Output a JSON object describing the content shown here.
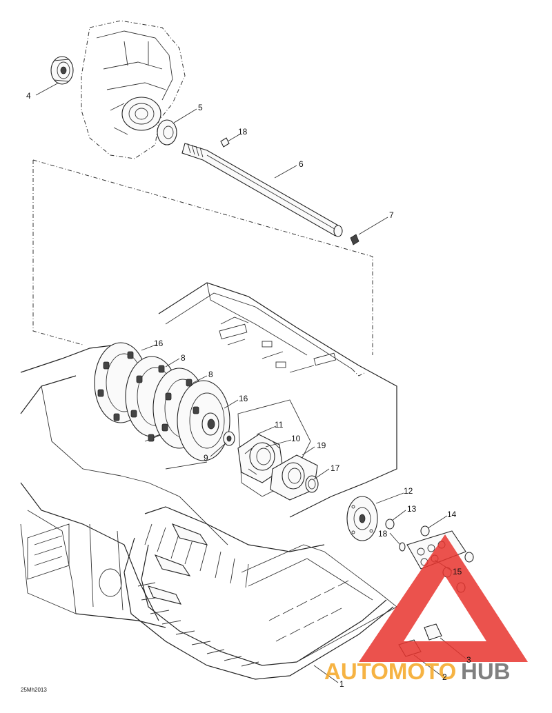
{
  "diagram_code": "25Mh2013",
  "callouts": [
    {
      "id": "c1",
      "label": "1"
    },
    {
      "id": "c2",
      "label": "2"
    },
    {
      "id": "c3",
      "label": "3"
    },
    {
      "id": "c4",
      "label": "4"
    },
    {
      "id": "c5",
      "label": "5"
    },
    {
      "id": "c6",
      "label": "6"
    },
    {
      "id": "c7",
      "label": "7"
    },
    {
      "id": "c8a",
      "label": "8"
    },
    {
      "id": "c8b",
      "label": "8"
    },
    {
      "id": "c9",
      "label": "9"
    },
    {
      "id": "c10",
      "label": "10"
    },
    {
      "id": "c11",
      "label": "11"
    },
    {
      "id": "c12",
      "label": "12"
    },
    {
      "id": "c13",
      "label": "13"
    },
    {
      "id": "c14",
      "label": "14"
    },
    {
      "id": "c15",
      "label": "15"
    },
    {
      "id": "c16a",
      "label": "16"
    },
    {
      "id": "c16b",
      "label": "16"
    },
    {
      "id": "c17",
      "label": "17"
    },
    {
      "id": "c18a",
      "label": "18"
    },
    {
      "id": "c18b",
      "label": "18"
    },
    {
      "id": "c19",
      "label": "19"
    }
  ],
  "watermark": {
    "part1": "AUTOMOTO",
    "part2": "HUB",
    "color1": "#f5a623",
    "color2": "#6b6b6b",
    "triangle_color": "#e8342e"
  }
}
